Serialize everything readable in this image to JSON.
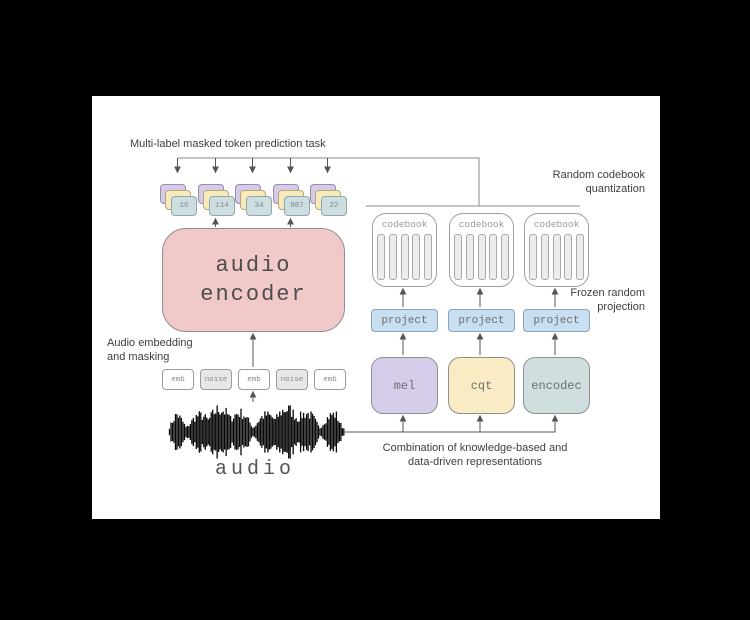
{
  "figure": {
    "task_label": "Multi-label masked token prediction task",
    "token_values": [
      "16",
      "114",
      "34",
      "987",
      "22"
    ],
    "encoder": {
      "line1": "audio",
      "line2": "encoder"
    },
    "embedding_label": {
      "line1": "Audio embedding",
      "line2": "and masking"
    },
    "embedding_row": [
      "emb",
      "noise",
      "emb",
      "noise",
      "emb"
    ],
    "audio_label": "audio",
    "codebook_label": "codebook",
    "project_label": "project",
    "features": [
      {
        "label": "mel",
        "color": "#d6cdea"
      },
      {
        "label": "cqt",
        "color": "#f9ecc4"
      },
      {
        "label": "encodec",
        "color": "#cfdfdf"
      }
    ],
    "annotations": {
      "random_codebook": {
        "line1": "Random codebook",
        "line2": "quantization"
      },
      "frozen_projection": {
        "line1": "Frozen random",
        "line2": "projection"
      },
      "combination": {
        "line1": "Combination of knowledge-based and",
        "line2": "data-driven representations"
      }
    },
    "colors": {
      "background": "#000000",
      "canvas": "#ffffff",
      "encoder_fill": "#f2c9c9",
      "token_purple": "#d5cbe8",
      "token_yellow": "#f8eabb",
      "token_front": "#ccdee0",
      "project_fill": "#c8def1",
      "noise_fill": "#e7e7e7",
      "connector": "#787878"
    }
  }
}
